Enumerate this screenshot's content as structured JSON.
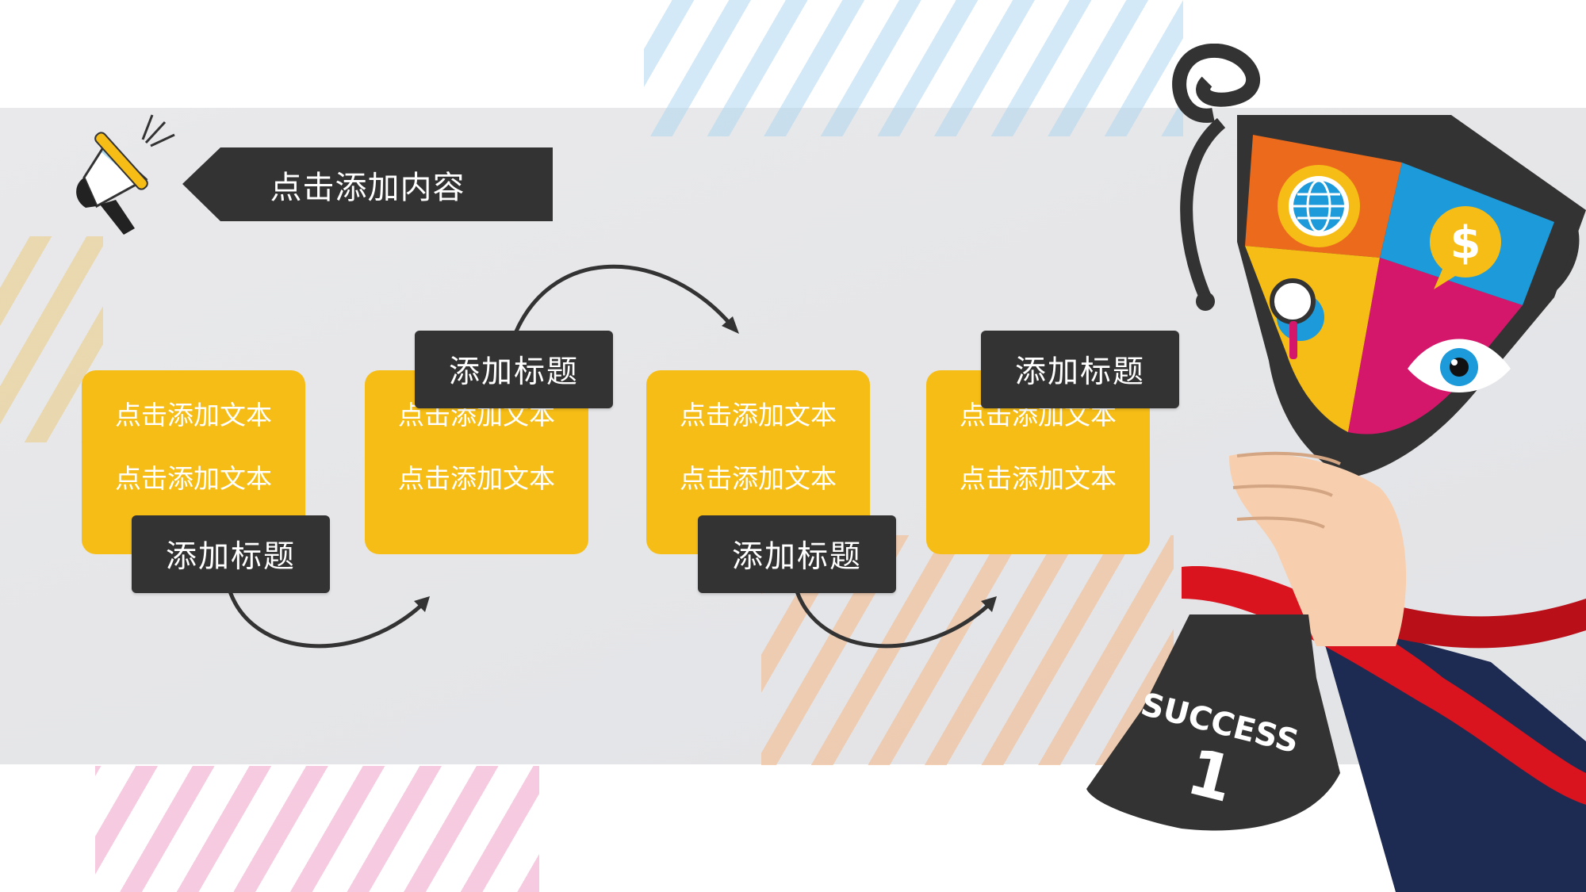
{
  "header": {
    "title": "点击添加内容"
  },
  "cards": [
    {
      "line1": "点击添加文本",
      "line2": "点击添加文本"
    },
    {
      "line1": "点击添加文本",
      "line2": "点击添加文本"
    },
    {
      "line1": "点击添加文本",
      "line2": "点击添加文本"
    },
    {
      "line1": "点击添加文本",
      "line2": "点击添加文本"
    }
  ],
  "tags": [
    {
      "label": "添加标题"
    },
    {
      "label": "添加标题"
    },
    {
      "label": "添加标题"
    },
    {
      "label": "添加标题"
    }
  ],
  "trophy": {
    "badge_word": "SUCCESS",
    "badge_number": "1"
  },
  "colors": {
    "card_fill": "#f6bd16",
    "tag_fill": "#333333",
    "band": "#e6e6e8",
    "puzzle_orange": "#ec6a1c",
    "puzzle_blue": "#1c9ad9",
    "puzzle_yellow": "#f6bd16",
    "puzzle_magenta": "#d4176a",
    "ribbon_red": "#d9141e",
    "sleeve_navy": "#1d2a52"
  },
  "icons": [
    "megaphone-icon",
    "globe-gear-icon",
    "dollar-chat-icon",
    "magnifier-gear-icon",
    "eye-icon"
  ]
}
